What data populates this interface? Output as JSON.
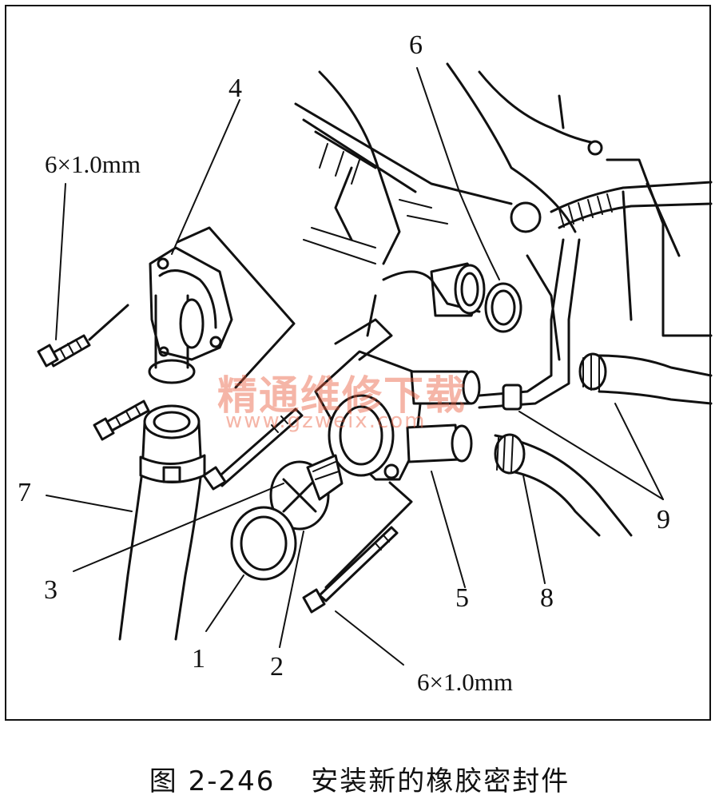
{
  "figure": {
    "callouts": {
      "c1": "1",
      "c2": "2",
      "c3": "3",
      "c4": "4",
      "c5": "5",
      "c6": "6",
      "c7": "7",
      "c8": "8",
      "c9": "9"
    },
    "bolt_spec_top": "6×1.0mm",
    "bolt_spec_bottom": "6×1.0mm"
  },
  "watermark": {
    "text": "精通维修下载",
    "url": "www.gzweix.com"
  },
  "caption": {
    "number": "图 2-246",
    "title": "安装新的橡胶密封件"
  }
}
